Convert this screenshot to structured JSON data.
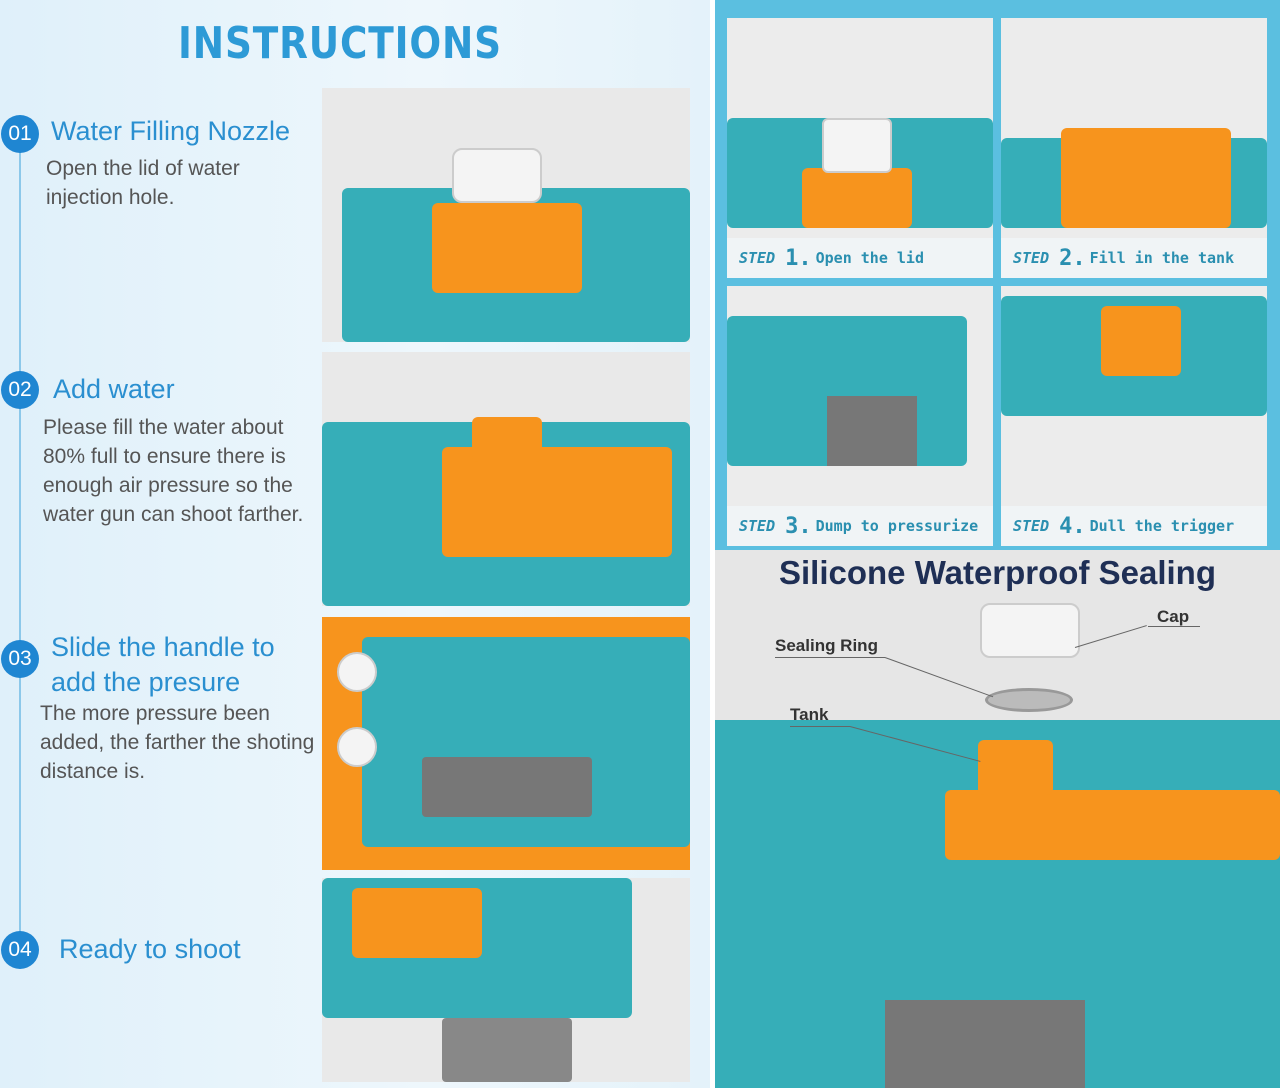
{
  "left": {
    "title": "INSTRUCTIONS",
    "steps": [
      {
        "num": "01",
        "title": "Water Filling Nozzle",
        "desc": "Open the lid of water injection hole."
      },
      {
        "num": "02",
        "title": "Add water",
        "desc": "Please fill the water about 80% full to ensure there is enough air pressure so the water gun can shoot farther."
      },
      {
        "num": "03",
        "title": "Slide the handle to add the presure",
        "desc": "The more pressure been added, the farther the shoting distance is."
      },
      {
        "num": "04",
        "title": "Ready to shoot",
        "desc": ""
      }
    ]
  },
  "right": {
    "steps": [
      {
        "prefix": "STED",
        "num": "1.",
        "text": "Open the lid"
      },
      {
        "prefix": "STED",
        "num": "2.",
        "text": "Fill in the tank"
      },
      {
        "prefix": "STED",
        "num": "3.",
        "text": "Dump to pressurize"
      },
      {
        "prefix": "STED",
        "num": "4.",
        "text": "Dull the trigger"
      }
    ],
    "sealing": {
      "title": "Silicone Waterproof Sealing",
      "cap": "Cap",
      "ring": "Sealing Ring",
      "tank": "Tank"
    }
  },
  "colors": {
    "teal": "#36aeb8",
    "orange": "#f7941d",
    "title_blue": "#2d9ad6"
  }
}
